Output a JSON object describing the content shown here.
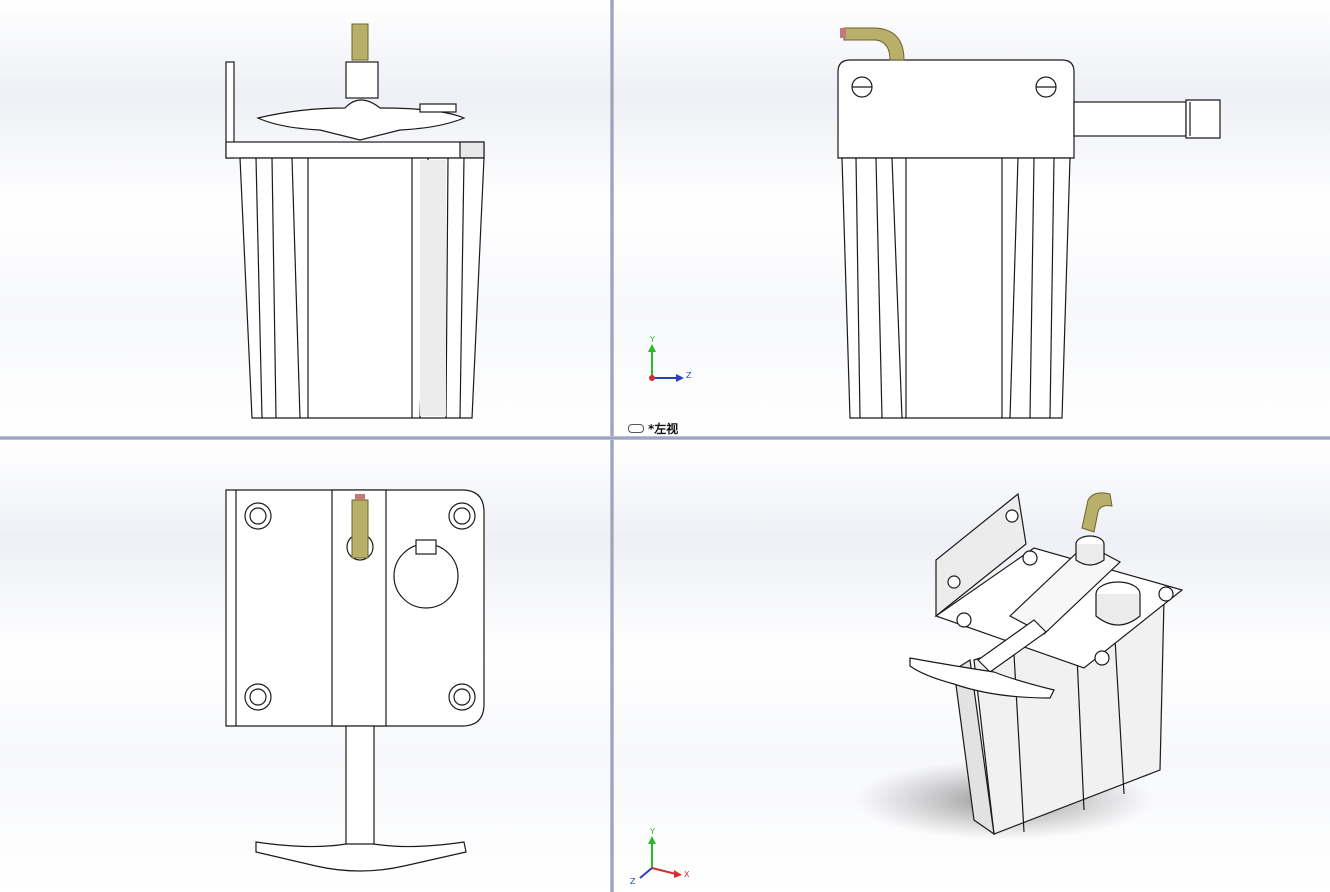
{
  "viewports": {
    "top_left": {
      "name": "front-view"
    },
    "top_right": {
      "name": "left-view",
      "label": "*左视",
      "triad": {
        "up": "Y",
        "right": "Z"
      }
    },
    "bottom_left": {
      "name": "top-view"
    },
    "bottom_right": {
      "name": "isometric-view",
      "triad": {
        "up": "Y",
        "right": "X",
        "left": "Z"
      }
    }
  },
  "colors": {
    "part_fill": "#ffffff",
    "edge": "#1a1a1a",
    "pin": "#b8b06a",
    "pin_tip": "#c47878",
    "axis_y": "#2db82d",
    "axis_x": "#d12f2f",
    "axis_z": "#2c3fb5"
  }
}
